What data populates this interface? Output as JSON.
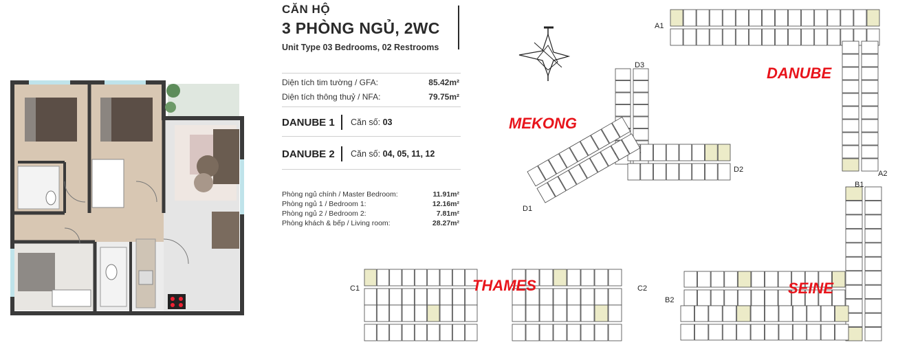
{
  "title": {
    "line1": "CĂN HỘ",
    "line2": "3 PHÒNG NGỦ, 2WC",
    "subtitle": "Unit Type 03 Bedrooms, 02 Restrooms"
  },
  "areas": [
    {
      "label": "Diện tích tim tường / GFA:",
      "value": "85.42m²"
    },
    {
      "label": "Diện tích thông thuỷ / NFA:",
      "value": "79.75m²"
    }
  ],
  "danube": [
    {
      "name": "DANUBE 1",
      "prefix": "Căn số:",
      "units": "03"
    },
    {
      "name": "DANUBE 2",
      "prefix": "Căn số:",
      "units": "04, 05, 11, 12"
    }
  ],
  "rooms": [
    {
      "label": "Phòng ngủ chính / Master Bedroom:",
      "value": "11.91m²"
    },
    {
      "label": "Phòng ngủ 1 / Bedroom 1:",
      "value": "12.16m²"
    },
    {
      "label": "Phòng ngủ 2 / Bedroom 2:",
      "value": "7.81m²"
    },
    {
      "label": "Phòng khách & bếp / Living room:",
      "value": "28.27m²"
    }
  ],
  "site": {
    "zones": [
      "MEKONG",
      "DANUBE",
      "THAMES",
      "SEINE"
    ],
    "blocks": [
      "A1",
      "A2",
      "B1",
      "B2",
      "C1",
      "C2",
      "D1",
      "D2",
      "D3"
    ]
  },
  "colors": {
    "highlight_unit": "#ecebc8",
    "zone_label": "#e8141b",
    "wall": "#3a3a3a",
    "floor_wood": "#d8c7b3",
    "floor_tile": "#e5e5e5"
  },
  "icons": [
    "compass-rose-icon"
  ]
}
